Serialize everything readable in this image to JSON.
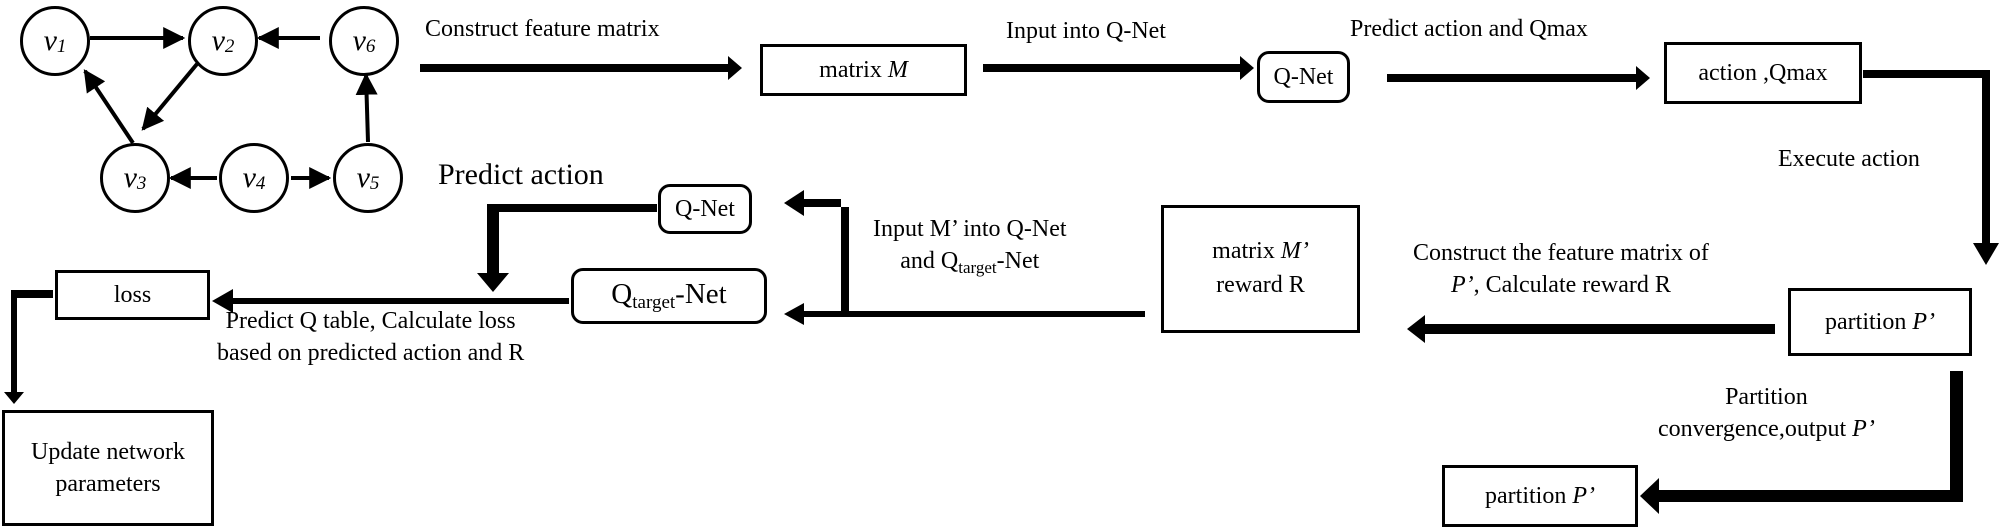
{
  "graph": {
    "nodes": [
      {
        "id": "v1",
        "letter": "v",
        "sub": "1"
      },
      {
        "id": "v2",
        "letter": "v",
        "sub": "2"
      },
      {
        "id": "v3",
        "letter": "v",
        "sub": "3"
      },
      {
        "id": "v4",
        "letter": "v",
        "sub": "4"
      },
      {
        "id": "v5",
        "letter": "v",
        "sub": "5"
      },
      {
        "id": "v6",
        "letter": "v",
        "sub": "6"
      }
    ]
  },
  "labels": {
    "construct_feature": "Construct feature matrix",
    "input_qnet": "Input into Q-Net",
    "predict_action_qmax": "Predict action and Qmax",
    "execute_action": "Execute action",
    "construct_feature_p_line1": "Construct the feature matrix of",
    "construct_feature_p_italic": "P’",
    "construct_feature_p_line2_rest": ", Calculate reward R",
    "input_m_line1": "Input M’ into Q-Net",
    "input_m_and": "and Q",
    "input_m_sub": "target",
    "input_m_rest": "-Net",
    "predict_action": "Predict action",
    "predict_q_line1": "Predict Q table,  Calculate loss",
    "predict_q_line2": "based on predicted action and R",
    "partition_conv_line1": "Partition",
    "partition_conv_line2": "convergence,output",
    "partition_conv_italic": "P’"
  },
  "boxes": {
    "matrix_m_text": "matrix",
    "matrix_m_italic": "M",
    "qnet_top": "Q-Net",
    "action_qmax": "action ,Qmax",
    "partition_text": "partition",
    "partition_italic": "P’",
    "matrix_m2_text": "matrix",
    "matrix_m2_italic": "M’",
    "reward": "reward R",
    "qnet_mid": "Q-Net",
    "qtarget_q": "Q",
    "qtarget_sub": "target",
    "qtarget_rest": "-Net",
    "loss": "loss",
    "update_line1": "Update network",
    "update_line2": "parameters",
    "partition_out_text": "partition",
    "partition_out_italic": "P’"
  }
}
